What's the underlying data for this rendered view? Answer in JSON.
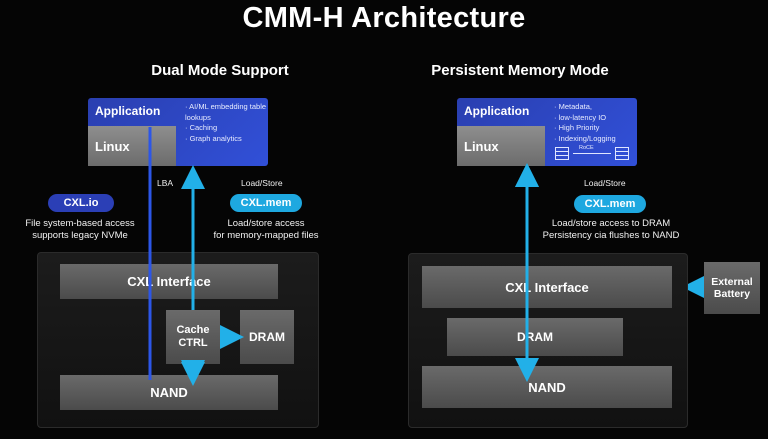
{
  "title": "CMM-H Architecture",
  "left": {
    "heading": "Dual Mode Support",
    "application_label": "Application",
    "application_bullets": [
      "AI/ML embedding table lookups",
      "Caching",
      "Graph analytics"
    ],
    "linux_label": "Linux",
    "lba_label": "LBA",
    "load_store_label": "Load/Store",
    "cxl_io_label": "CXL.io",
    "cxl_io_caption": [
      "File system-based access",
      "supports legacy NVMe"
    ],
    "cxl_mem_label": "CXL.mem",
    "cxl_mem_caption": [
      "Load/store access",
      "for memory-mapped files"
    ],
    "cxl_interface_label": "CXL Interface",
    "cache_ctrl_label": [
      "Cache",
      "CTRL"
    ],
    "dram_label": "DRAM",
    "nand_label": "NAND"
  },
  "right": {
    "heading": "Persistent Memory Mode",
    "application_label": "Application",
    "application_bullets": [
      "Metadata,",
      "low-latency IO",
      "High Priority",
      "Indexing/Logging"
    ],
    "roce_label": "RoCE",
    "linux_label": "Linux",
    "load_store_label": "Load/Store",
    "cxl_mem_label": "CXL.mem",
    "cxl_mem_caption": [
      "Load/store access to DRAM",
      "Persistency cia flushes to NAND"
    ],
    "cxl_interface_label": "CXL Interface",
    "dram_label": "DRAM",
    "nand_label": "NAND",
    "external_battery_label": [
      "External",
      "Battery"
    ]
  },
  "colors": {
    "io_arrow": "#2c56e8",
    "mem_arrow": "#22b0e8",
    "application_fill": "#2e47c8",
    "cxl_io_pill": "#2b3fb6",
    "cxl_mem_pill": "#1ea8e0"
  }
}
